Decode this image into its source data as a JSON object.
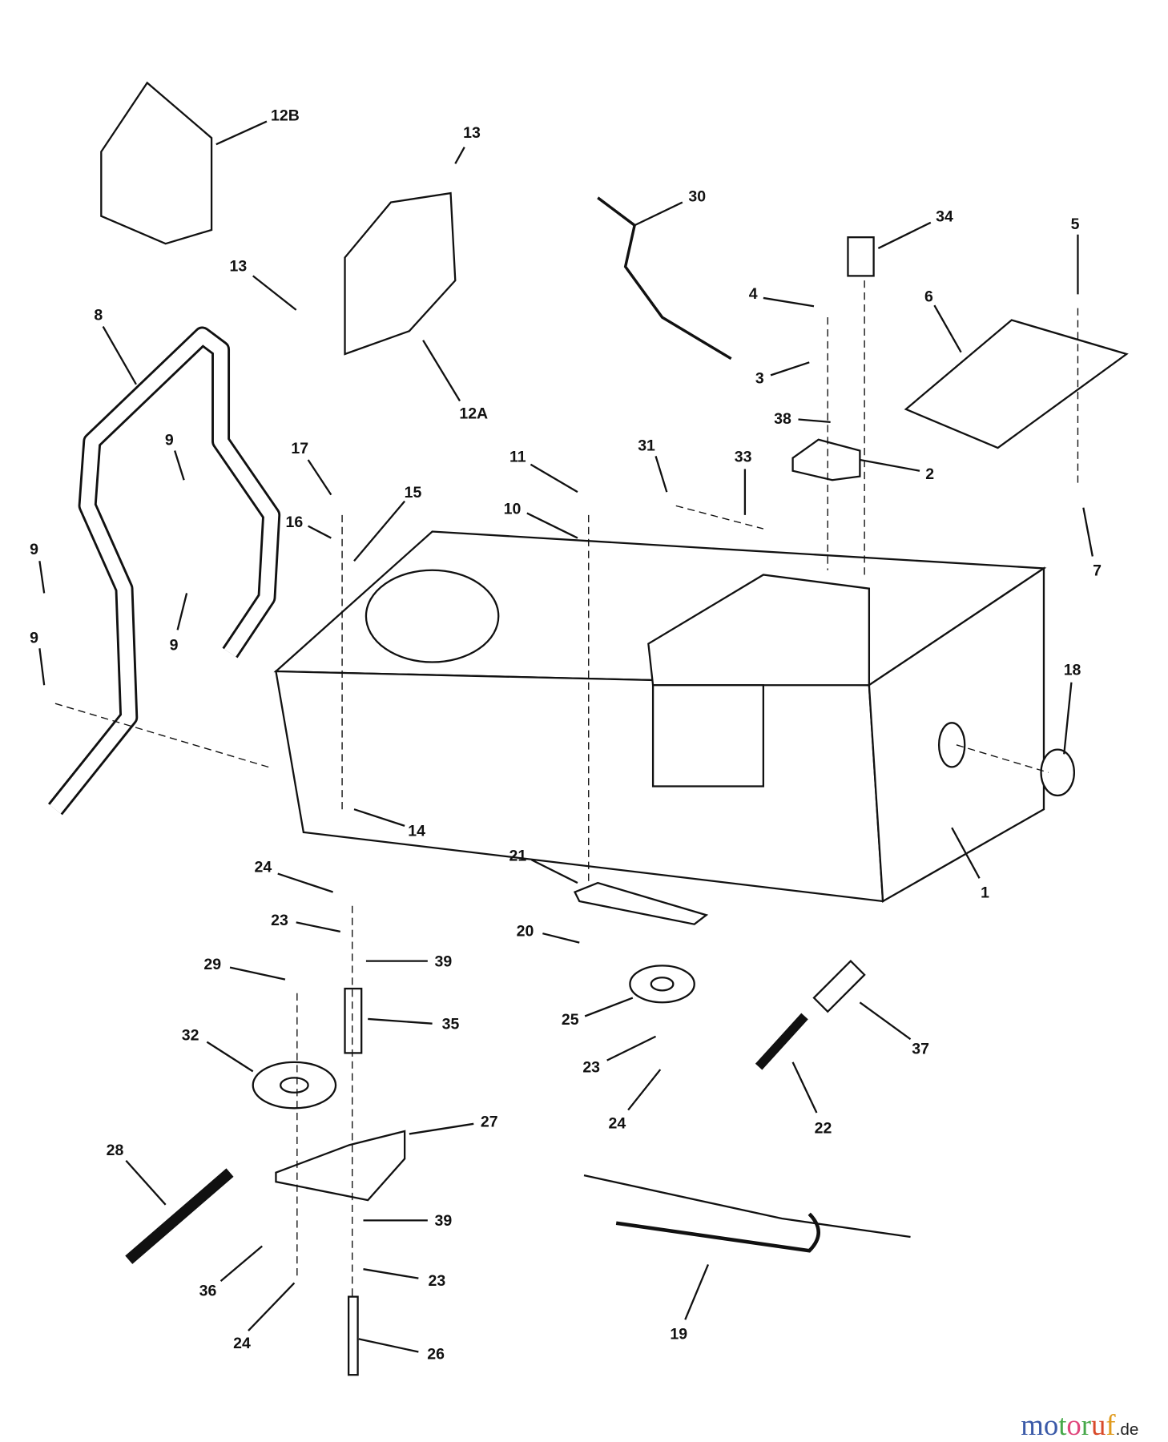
{
  "callouts": [
    "12B",
    "13",
    "30",
    "34",
    "5",
    "13",
    "8",
    "4",
    "6",
    "3",
    "12A",
    "9",
    "38",
    "17",
    "11",
    "31",
    "2",
    "33",
    "15",
    "16",
    "10",
    "9",
    "7",
    "9",
    "9",
    "18",
    "14",
    "21",
    "1",
    "24",
    "23",
    "20",
    "39",
    "29",
    "35",
    "25",
    "37",
    "32",
    "23",
    "24",
    "22",
    "27",
    "28",
    "39",
    "23",
    "36",
    "24",
    "19",
    "26"
  ],
  "watermark": {
    "name": "motoruf",
    "suffix": ".de",
    "letter_colors": [
      "#3b5aa8",
      "#3b5aa8",
      "#47a84a",
      "#e0467c",
      "#47a84a",
      "#d94a2a",
      "#e09a1c",
      "#e8c41c"
    ]
  }
}
